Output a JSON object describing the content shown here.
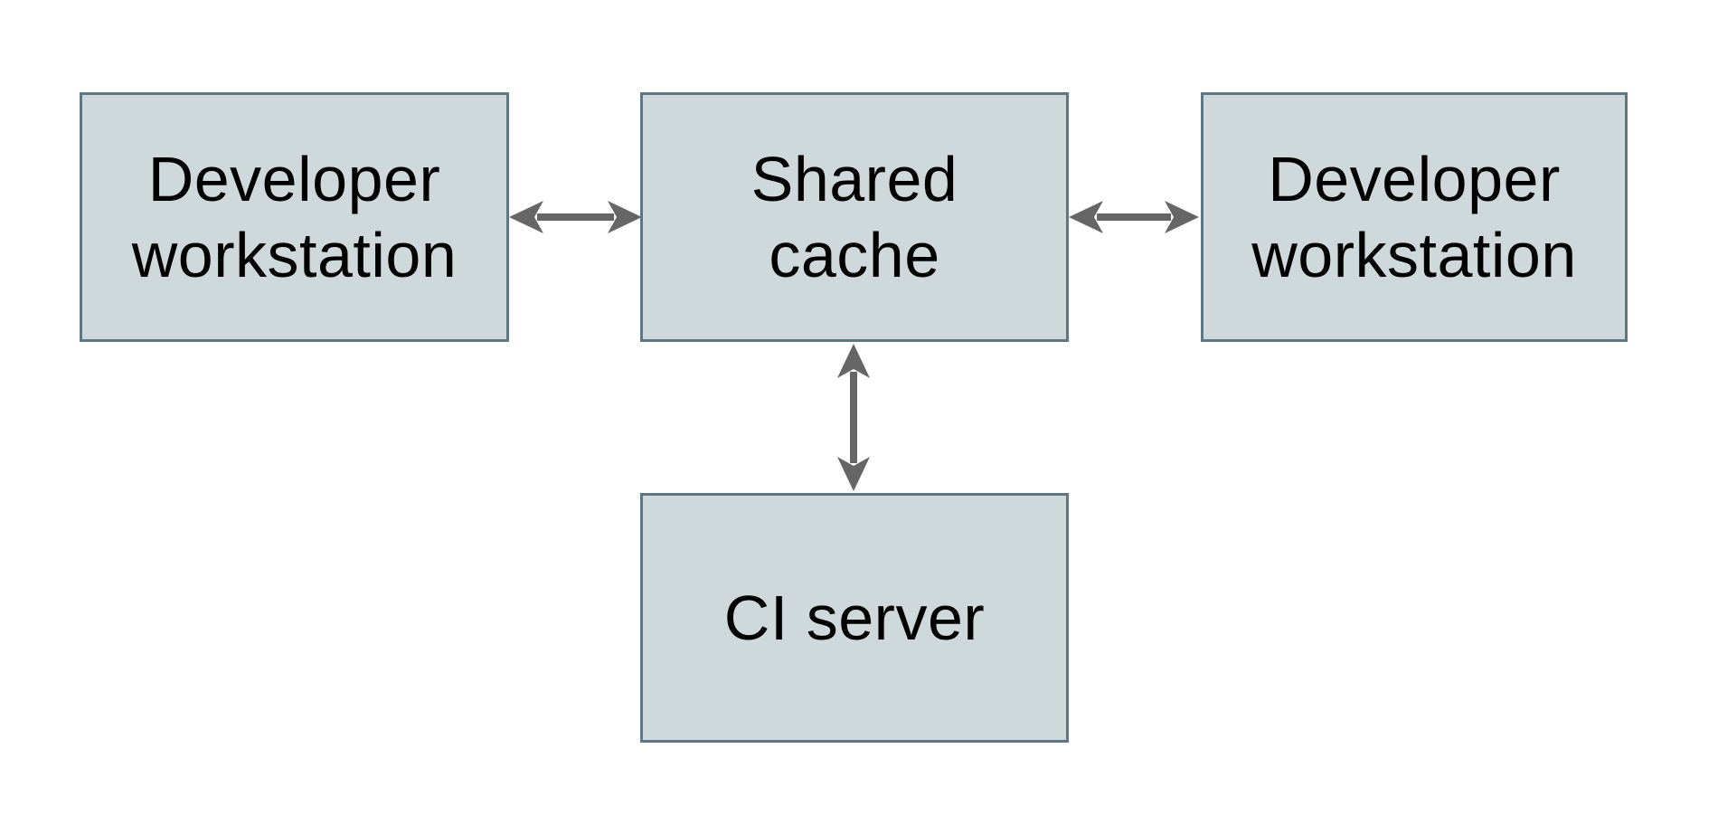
{
  "colors": {
    "background": "#ffffff",
    "box_fill": "#cfd8da",
    "box_border": "#5d7884",
    "arrow": "#666666",
    "text": "#000000"
  },
  "diagram": {
    "type": "architecture-diagram",
    "title": "",
    "nodes": [
      {
        "id": "developer-workstation-left",
        "lines": [
          "Developer",
          "workstation"
        ]
      },
      {
        "id": "shared-cache",
        "lines": [
          "Shared",
          "cache"
        ]
      },
      {
        "id": "developer-workstation-right",
        "lines": [
          "Developer",
          "workstation"
        ]
      },
      {
        "id": "ci-server",
        "lines": [
          "CI server"
        ]
      }
    ],
    "edges": [
      {
        "from": "developer-workstation-left",
        "to": "shared-cache",
        "bidirectional": true
      },
      {
        "from": "shared-cache",
        "to": "developer-workstation-right",
        "bidirectional": true
      },
      {
        "from": "shared-cache",
        "to": "ci-server",
        "bidirectional": true
      }
    ]
  }
}
